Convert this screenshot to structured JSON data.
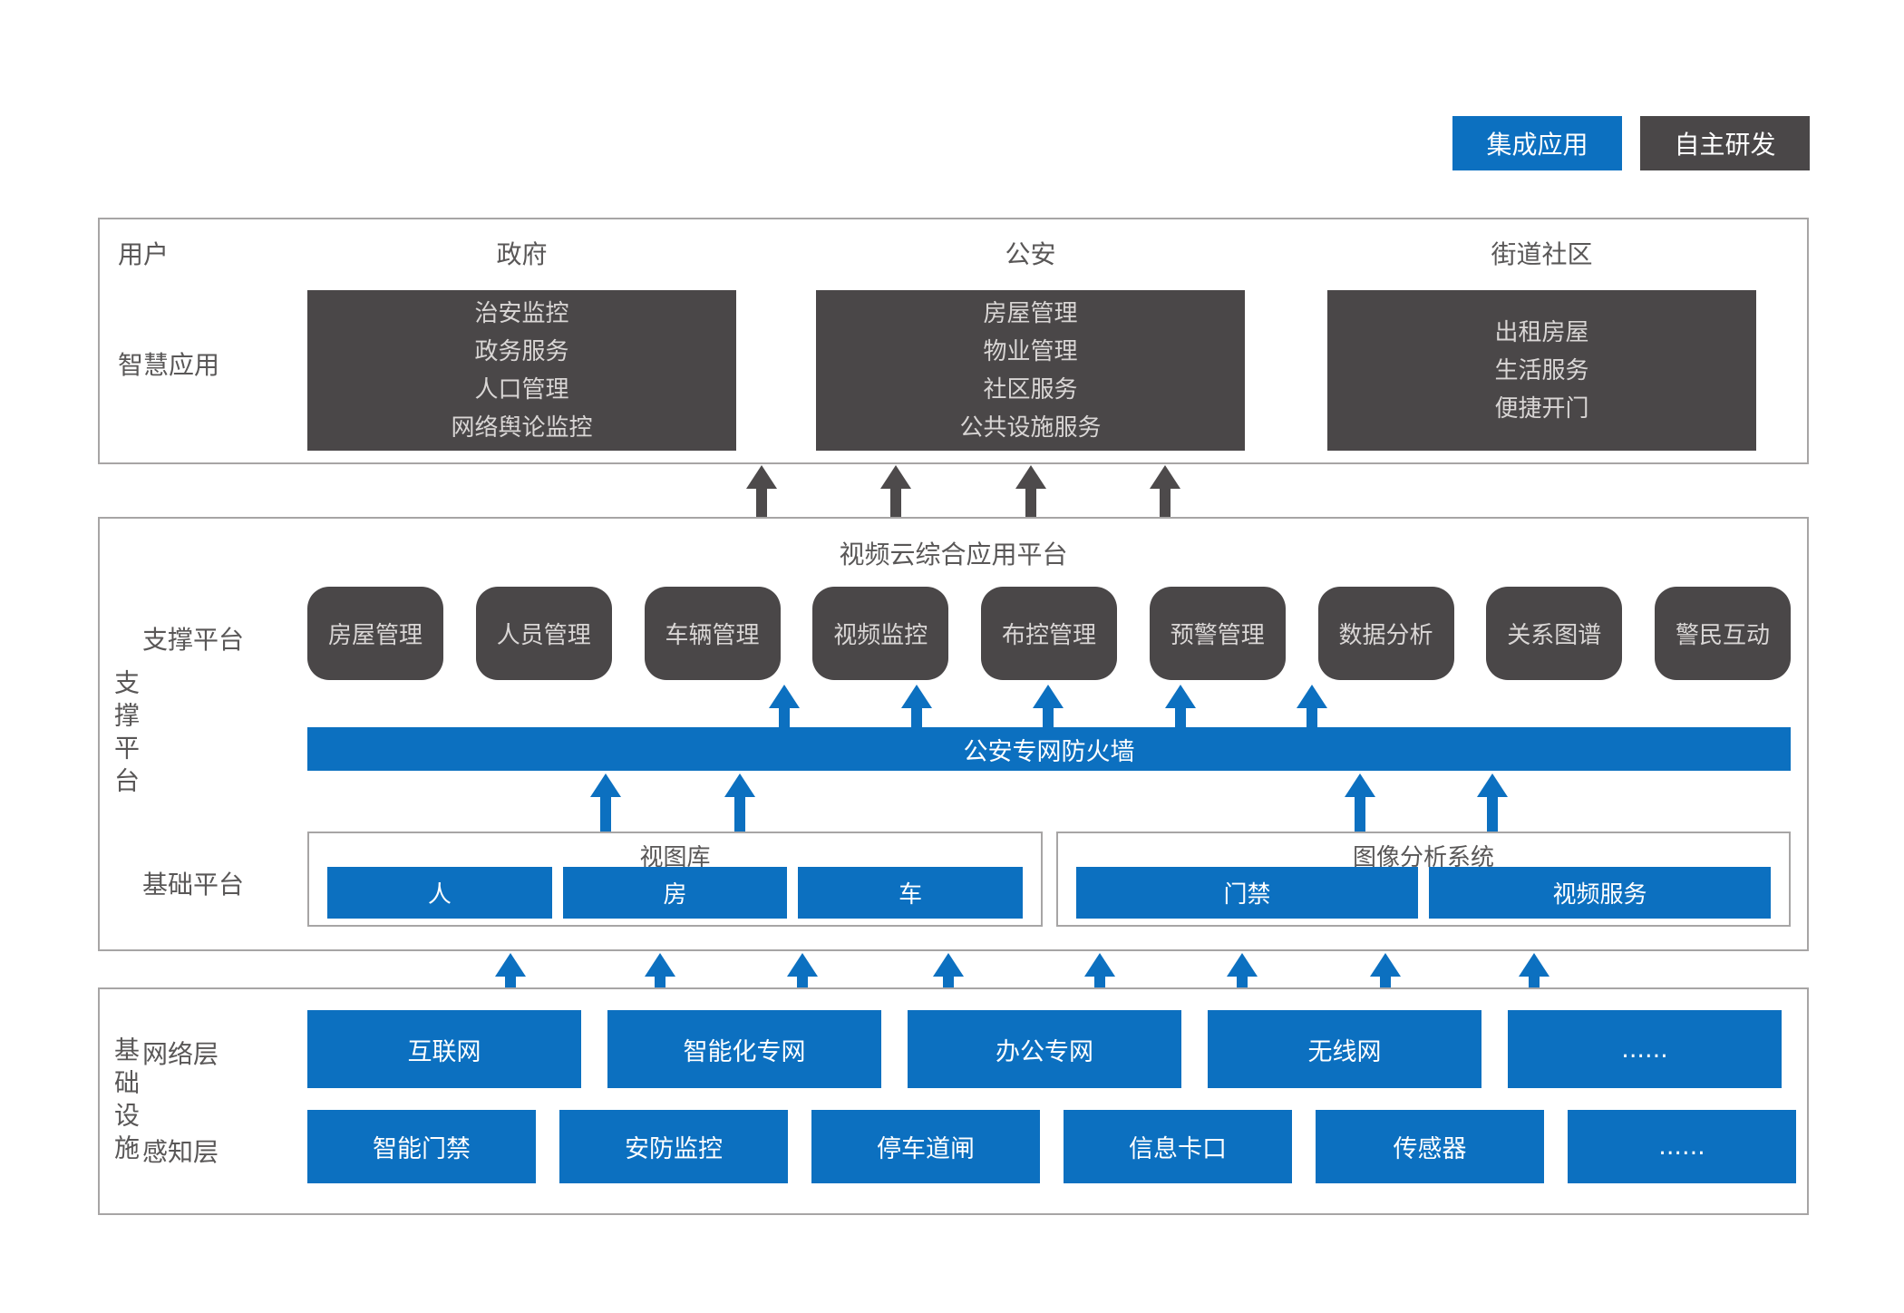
{
  "legend": {
    "integrated_label": "集成应用",
    "self_developed_label": "自主研发"
  },
  "users_section": {
    "row_label_users": "用户",
    "row_label_apps": "智慧应用",
    "columns": [
      {
        "header": "政府",
        "items": [
          "治安监控",
          "政务服务",
          "人口管理",
          "网络舆论监控"
        ]
      },
      {
        "header": "公安",
        "items": [
          "房屋管理",
          "物业管理",
          "社区服务",
          "公共设施服务"
        ]
      },
      {
        "header": "街道社区",
        "items": [
          "出租房屋",
          "生活服务",
          "便捷开门"
        ]
      }
    ]
  },
  "support_section": {
    "side_label": "支撑平台",
    "platform_title": "视频云综合应用平台",
    "support_row_label": "支撑平台",
    "modules": [
      "房屋管理",
      "人员管理",
      "车辆管理",
      "视频监控",
      "布控管理",
      "预警管理",
      "数据分析",
      "关系图谱",
      "警民互动"
    ],
    "firewall_label": "公安专网防火墙",
    "base_row_label": "基础平台",
    "base_groups": [
      {
        "title": "视图库",
        "items": [
          "人",
          "房",
          "车"
        ]
      },
      {
        "title": "图像分析系统",
        "items": [
          "门禁",
          "视频服务"
        ]
      }
    ]
  },
  "infra_section": {
    "side_label": "基础设施",
    "rows": [
      {
        "label": "网络层",
        "items": [
          "互联网",
          "智能化专网",
          "办公专网",
          "无线网",
          "......"
        ]
      },
      {
        "label": "感知层",
        "items": [
          "智能门禁",
          "安防监控",
          "停车道闸",
          "信息卡口",
          "传感器",
          "......"
        ]
      }
    ]
  },
  "colors": {
    "blue": "#0c70c0",
    "dark_gray": "#4a4748",
    "panel_border": "#a7a5a5"
  }
}
